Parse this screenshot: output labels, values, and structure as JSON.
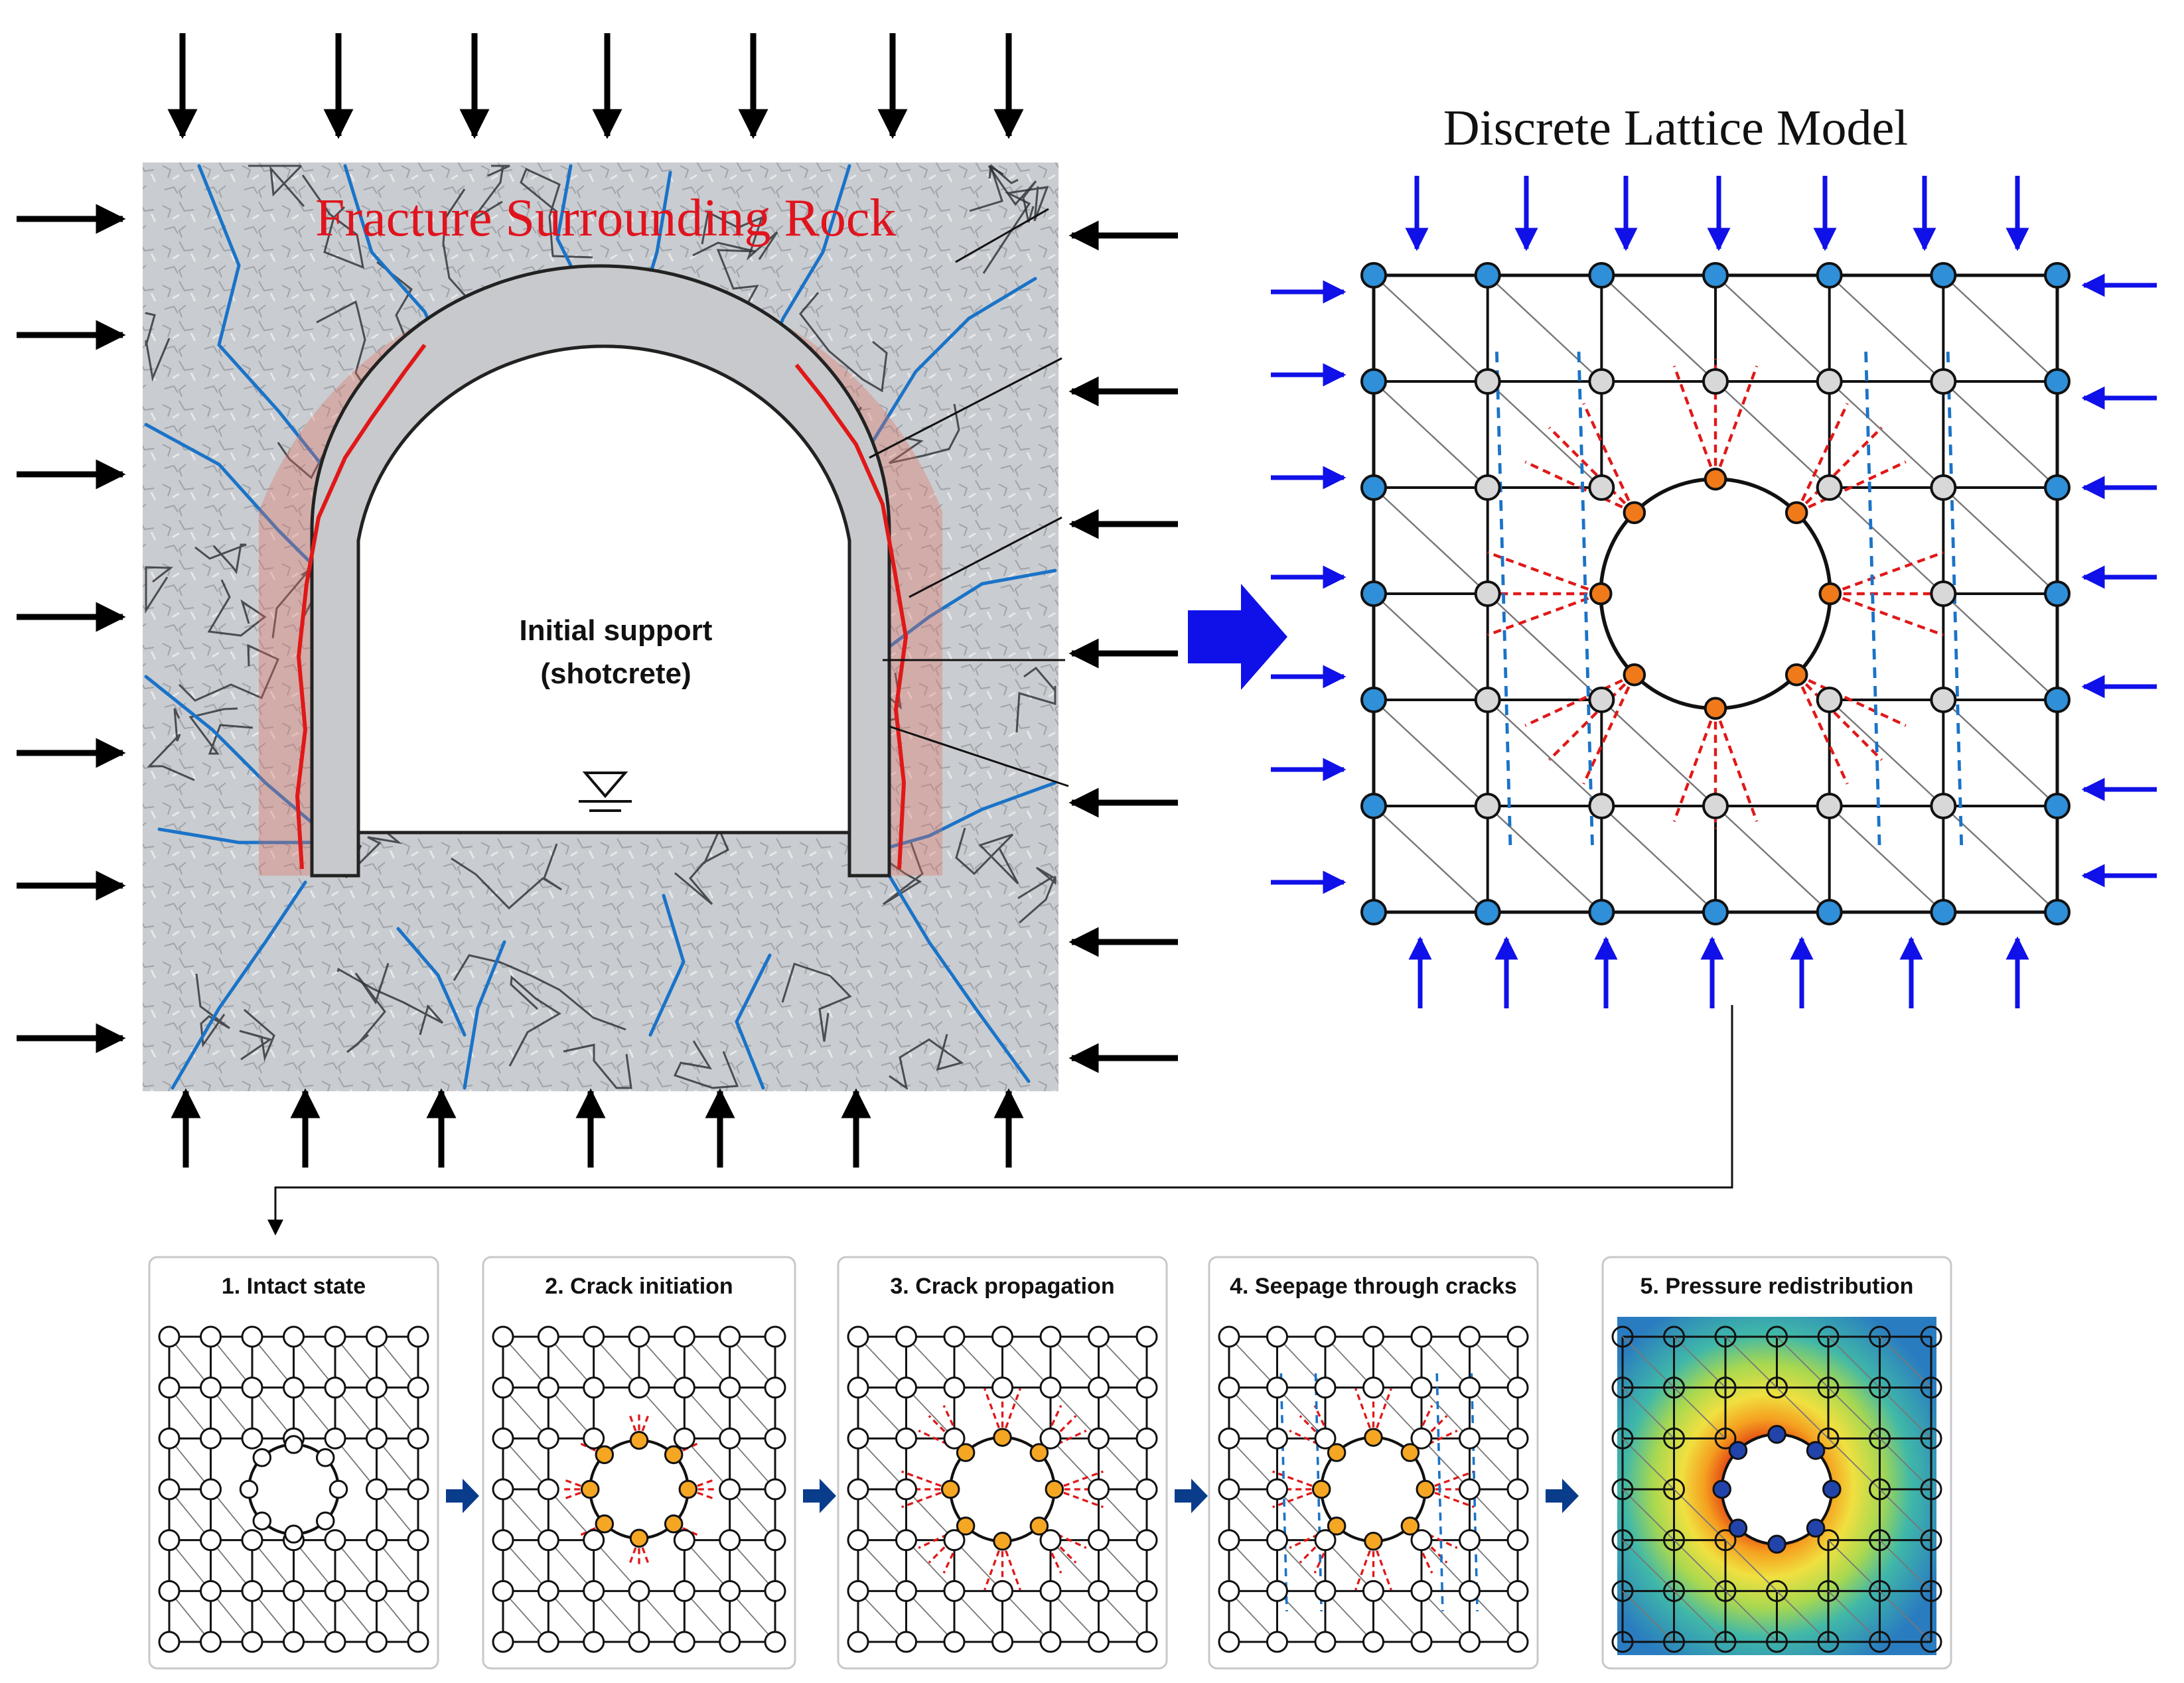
{
  "rock_panel": {
    "title": "Fracture Surrounding Rock",
    "support_label_line1": "Initial support",
    "support_label_line2": "(shotcrete)"
  },
  "lattice_panel": {
    "title": "Discrete Lattice Model"
  },
  "stages": [
    {
      "label": "1. Intact state"
    },
    {
      "label": "2. Crack initiation"
    },
    {
      "label": "3. Crack propagation"
    },
    {
      "label": "4. Seepage through cracks"
    },
    {
      "label": "5. Pressure redistribution"
    }
  ],
  "colors": {
    "load_arrow_black": "#000000",
    "load_arrow_blue": "#1010e8",
    "boundary_node": "#2f8fd8",
    "damaged_node": "#f07a1a",
    "crack": "#e01818",
    "seepage": "#1a73c8",
    "flow_arrow": "#0a3c8c",
    "rock_background": "#c9ccd0",
    "red_title": "#e0141e"
  }
}
